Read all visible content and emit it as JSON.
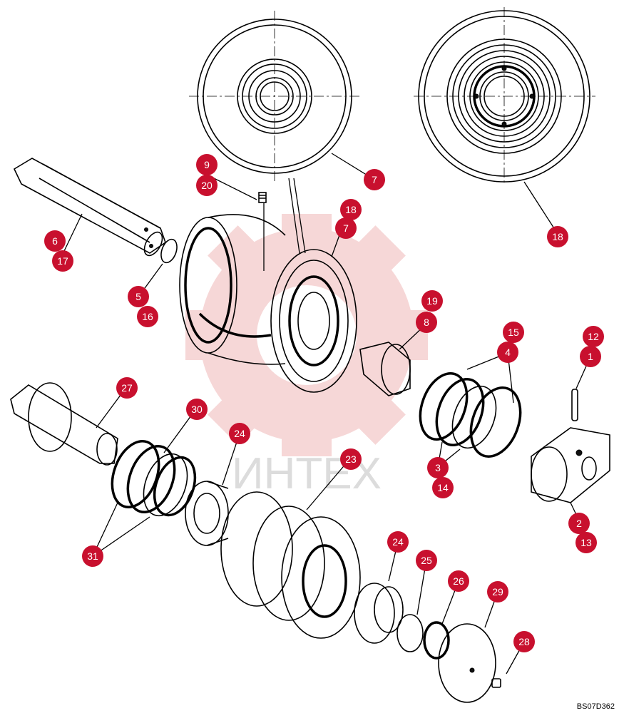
{
  "drawing_code": "BS07D362",
  "watermark": {
    "text": "ИНТЕХ",
    "gear_color": "#f6d3d3",
    "text_color": "#dcdcdc"
  },
  "callout_color": "#c8102e",
  "callouts": {
    "c9": "9",
    "c20": "20",
    "c7a": "7",
    "c18a": "18",
    "c18b": "18",
    "c7b": "7",
    "c6": "6",
    "c17": "17",
    "c5": "5",
    "c16": "16",
    "c19": "19",
    "c8": "8",
    "c15": "15",
    "c4": "4",
    "c12": "12",
    "c1": "1",
    "c3": "3",
    "c14": "14",
    "c2": "2",
    "c13": "13",
    "c27": "27",
    "c30": "30",
    "c24a": "24",
    "c23": "23",
    "c31": "31",
    "c24b": "24",
    "c25": "25",
    "c26": "26",
    "c29": "29",
    "c28": "28"
  }
}
